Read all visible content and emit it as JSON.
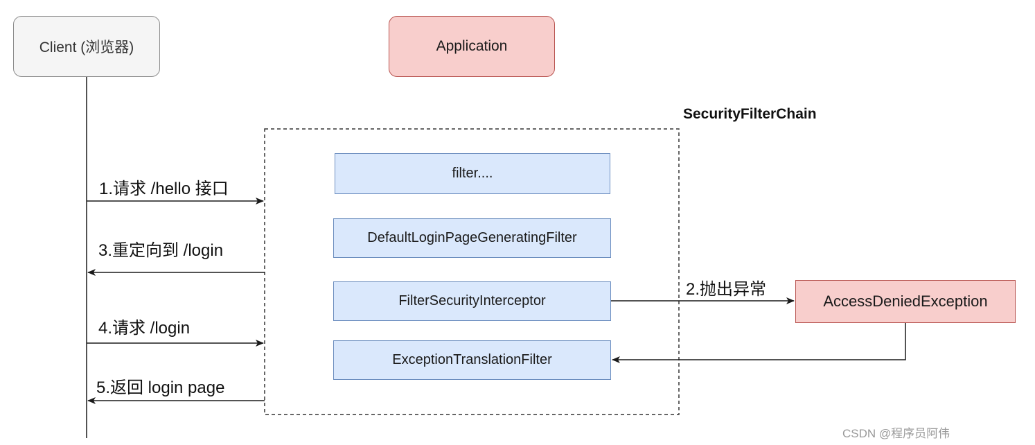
{
  "nodes": {
    "client": "Client (浏览器)",
    "application": "Application",
    "chain_title": "SecurityFilterChain",
    "filters": [
      "filter....",
      "DefaultLoginPageGeneratingFilter",
      "FilterSecurityInterceptor",
      "ExceptionTranslationFilter"
    ],
    "exception": "AccessDeniedException"
  },
  "edges": {
    "step1": "1.请求 /hello 接口",
    "step2": "2.抛出异常",
    "step3": "3.重定向到 /login",
    "step4": "4.请求 /login",
    "step5": "5.返回 login page"
  },
  "watermark": "CSDN @程序员阿伟",
  "colors": {
    "client_fill": "#f5f5f5",
    "client_border": "#8c8c8c",
    "red_fill": "#f8cecc",
    "red_border": "#b85450",
    "blue_fill": "#dae8fc",
    "blue_border": "#6c8ebf",
    "line": "#1a1a1a"
  }
}
